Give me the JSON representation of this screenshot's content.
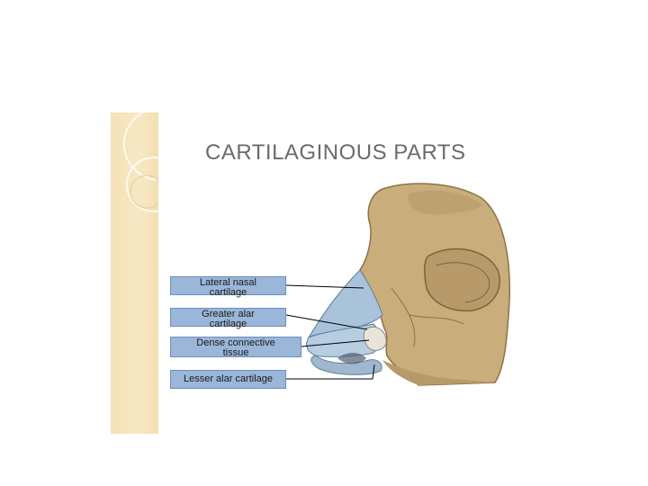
{
  "slide": {
    "title": "CARTILAGINOUS PARTS"
  },
  "labels": [
    {
      "line1": "Lateral nasal",
      "line2": "cartilage"
    },
    {
      "line1": "Greater alar",
      "line2": "cartilage"
    },
    {
      "line1": "Dense  connective",
      "line2": "tissue"
    },
    {
      "line1": "Lesser alar cartilage",
      "line2": ""
    }
  ],
  "colors": {
    "label_fill": "#9ab6d8",
    "bone": "#c9ad7a",
    "cartilage": "#a9c3db",
    "band": "#f4e2b7",
    "title": "#6b6b6b"
  }
}
